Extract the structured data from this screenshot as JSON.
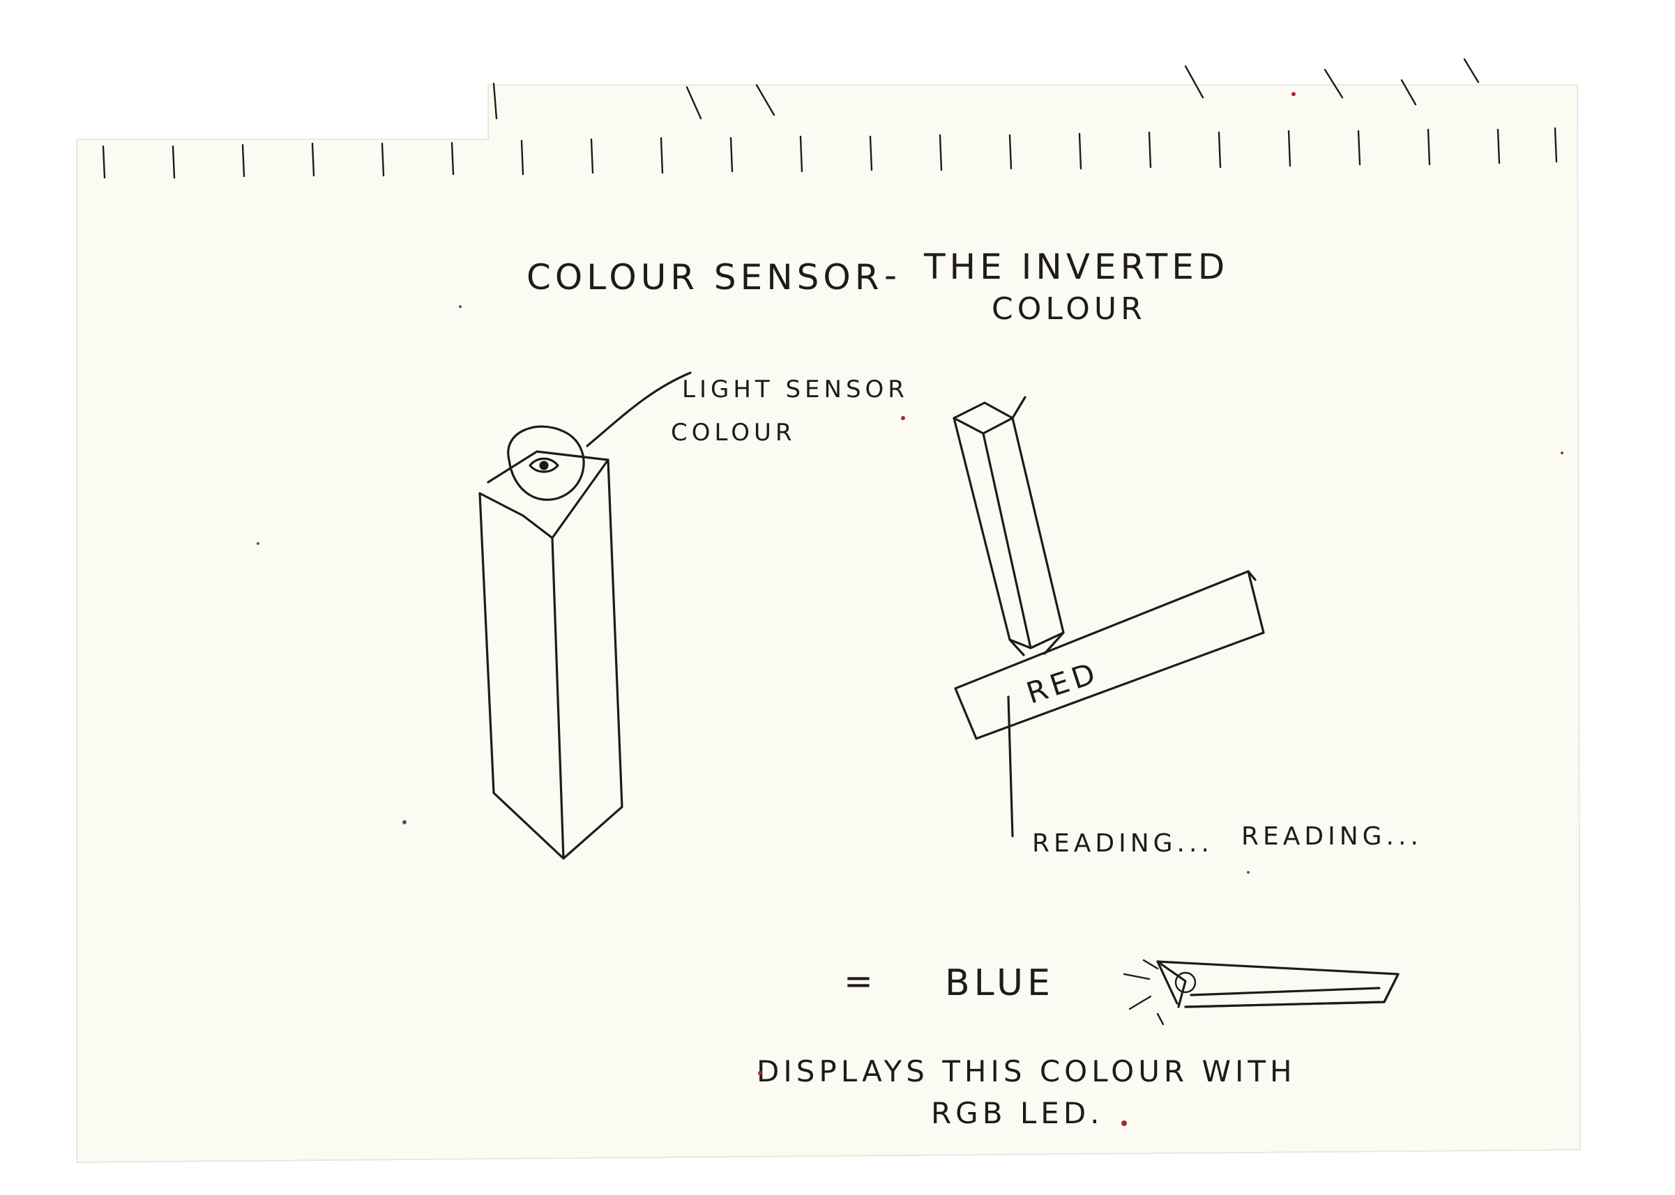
{
  "title": {
    "line1": "COLOUR SENSOR",
    "dash": "-",
    "line2": "THE INVERTED",
    "line3": "COLOUR"
  },
  "sensor_label": {
    "line1": "LIGHT SENSOR",
    "line2": "COLOUR"
  },
  "red_label": "RED",
  "reading": {
    "first": "READING...",
    "second": "READING..."
  },
  "result": {
    "equals": "=",
    "colour": "BLUE"
  },
  "caption": {
    "line1": "DISPLAYS THIS COLOUR WITH",
    "line2": "RGB LED."
  },
  "colors": {
    "paper": "#fcfbf3",
    "ink": "#1e1b18",
    "red_dot": "#a4292a"
  }
}
